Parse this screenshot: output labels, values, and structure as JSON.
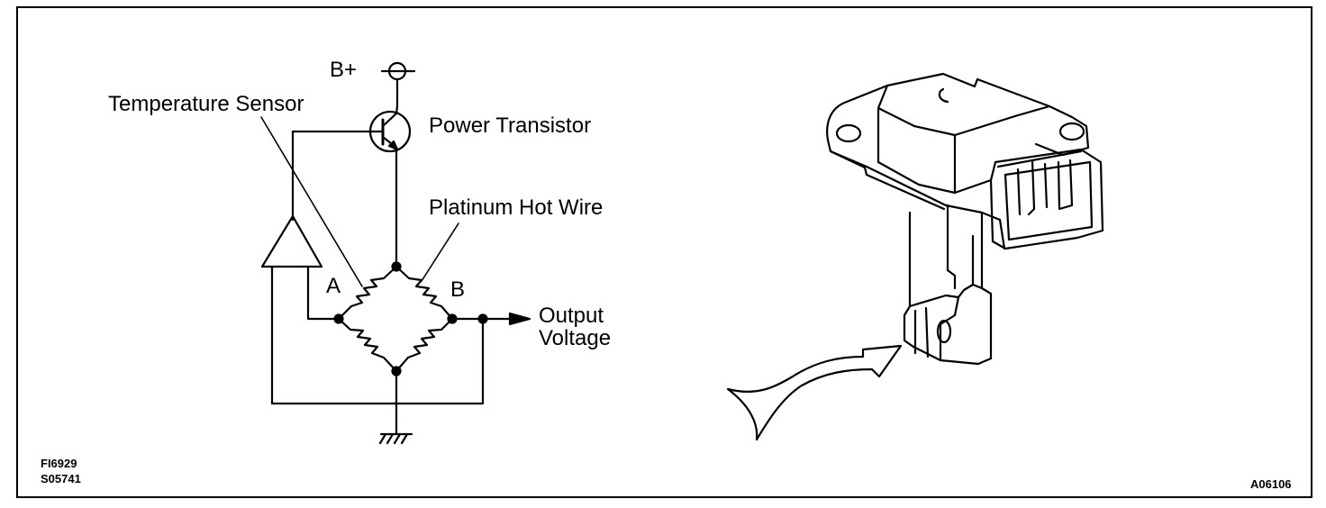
{
  "labels": {
    "b_plus": "B+",
    "temperature_sensor": "Temperature Sensor",
    "power_transistor": "Power Transistor",
    "platinum_hot_wire": "Platinum Hot Wire",
    "node_a": "A",
    "node_b": "B",
    "output_line1": "Output",
    "output_line2": "Voltage"
  },
  "codes": {
    "fig1": "FI6929",
    "fig2": "S05741",
    "fig3": "A06106"
  }
}
